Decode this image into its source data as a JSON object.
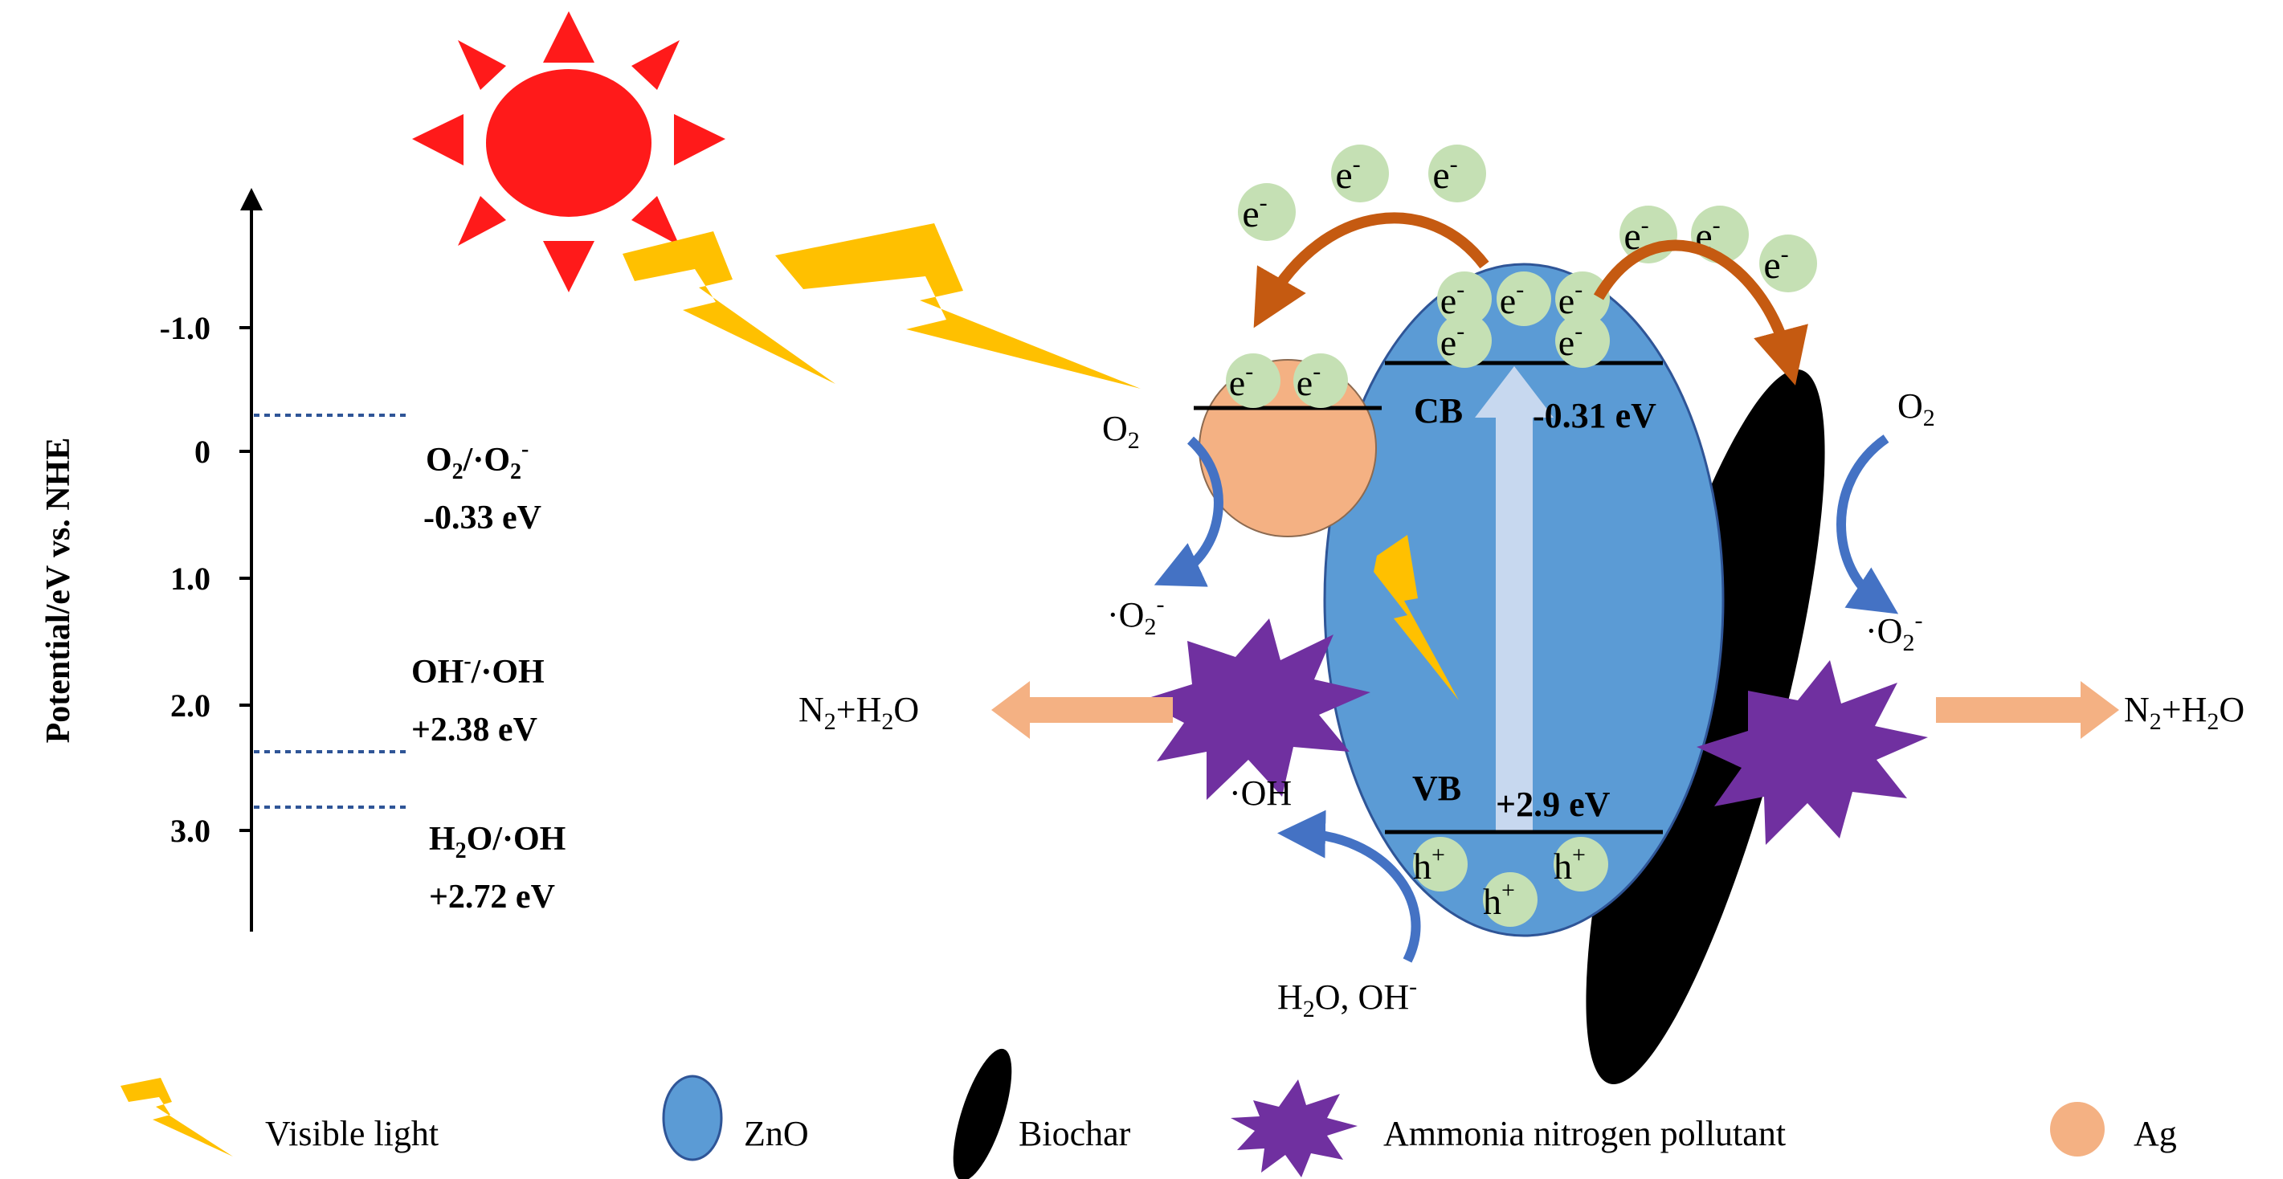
{
  "axis": {
    "label": "Potential/eV vs. NHE",
    "ticks": [
      {
        "label": "-1.0",
        "value": -1.0
      },
      {
        "label": "0",
        "value": 0
      },
      {
        "label": "1.0",
        "value": 1.0
      },
      {
        "label": "2.0",
        "value": 2.0
      },
      {
        "label": "3.0",
        "value": 3.0
      }
    ]
  },
  "potential_levels": [
    {
      "couple_main": "O",
      "couple_sub": "2",
      "couple_mid": "/·O",
      "couple_sub2": "2",
      "couple_sup": "-",
      "value_label": "-0.33 eV",
      "value": -0.33
    },
    {
      "couple_main": "OH",
      "couple_sup": "-",
      "couple_rest": "/·OH",
      "value_label": "+2.38 eV",
      "value": 2.38
    },
    {
      "couple_main": "H",
      "couple_sub": "2",
      "couple_rest": "O/·OH",
      "value_label": "+2.72 eV",
      "value": 2.72
    }
  ],
  "electron_label": "e",
  "electron_charge": "-",
  "hole_label": "h",
  "hole_charge": "+",
  "zno": {
    "cb_label": "CB",
    "cb_value": "-0.31 eV",
    "vb_label": "VB",
    "vb_value": "+2.9 eV"
  },
  "species": {
    "o2_left": {
      "main": "O",
      "sub": "2"
    },
    "o2_right": {
      "main": "O",
      "sub": "2"
    },
    "superoxide_left": {
      "main": "·O",
      "sub": "2",
      "sup": "-"
    },
    "superoxide_right": {
      "main": "·O",
      "sub": "2",
      "sup": "-"
    },
    "hydroxyl": "·OH",
    "water": {
      "pre": "H",
      "sub": "2",
      "post": "O, OH",
      "sup": "-"
    },
    "product_left": {
      "pre": "N",
      "sub": "2",
      "mid": "+H",
      "sub2": "2",
      "post": "O"
    },
    "product_right": {
      "pre": "N",
      "sub": "2",
      "mid": "+H",
      "sub2": "2",
      "post": "O"
    }
  },
  "legend": {
    "visible_light": "Visible light",
    "zno": "ZnO",
    "biochar": "Biochar",
    "pollutant": "Ammonia nitrogen pollutant",
    "ag": "Ag"
  },
  "colors": {
    "sun": "#ff1a1a",
    "bolt": "#ffc000",
    "zno": "#5b9bd5",
    "ag": "#f4b183",
    "biochar": "#000000",
    "pollutant": "#7030a0",
    "charge_fill": "#c5e0b4",
    "electron_arrow": "#c55a11",
    "blue_arrow": "#4472c4",
    "product_arrow": "#f4b183",
    "dotted": "#2f5597"
  }
}
